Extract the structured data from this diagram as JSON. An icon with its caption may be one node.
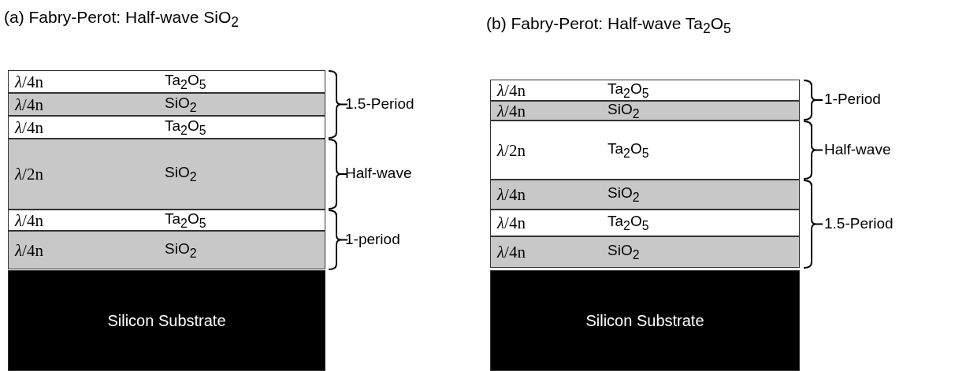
{
  "diagram": {
    "nodes": [
      {
        "text": [
          "*λ*/4n",
          "Ta$_{2}$O$_{5}$"
        ]
      },
      {
        "text": [
          "*λ*/4n",
          "SiO$_{2}$"
        ]
      },
      {
        "text": [
          "*λ*/4n",
          "Ta$_{2}$O$_{5}$"
        ]
      },
      {
        "text": [
          "*λ*/2n",
          "SiO$_{2}$"
        ]
      },
      {
        "text": [
          "*λ*/4n",
          "Ta$_{2}$O$_{5}$"
        ]
      },
      {
        "text": [
          "*λ*/4n",
          "SiO$_{2}$"
        ]
      },
      {
        "text": [
          "Silicon Substrate"
        ]
      },
      {
        "text": [
          "*λ*/4n",
          "Ta$_{2}$O$_{5}$"
        ]
      },
      {
        "text": [
          "*λ*/4n",
          "SiO$_{2}$"
        ]
      },
      {
        "text": [
          "*λ*/2n",
          "Ta$_{2}$O$_{5}$"
        ]
      },
      {
        "text": [
          "*λ*/4n",
          "SiO$_{2}$"
        ]
      },
      {
        "text": [
          "*λ*/4n",
          "Ta$_{2}$O$_{5}$"
        ]
      },
      {
        "text": [
          "*λ*/4n",
          "SiO$_{2}$"
        ]
      },
      {
        "text": [
          "Silicon Substrate"
        ]
      }
    ],
    "labels": [
      "(a) Fabry-Perot:  Half-wave SiO$_{2}$",
      "(b) Fabry-Perot:  Half-wave Ta$_{2}$O$_{5}$",
      "1.5-Period",
      "Half-wave",
      "1-period",
      "1-Period",
      "Half-wave",
      "1.5-Period"
    ]
  }
}
